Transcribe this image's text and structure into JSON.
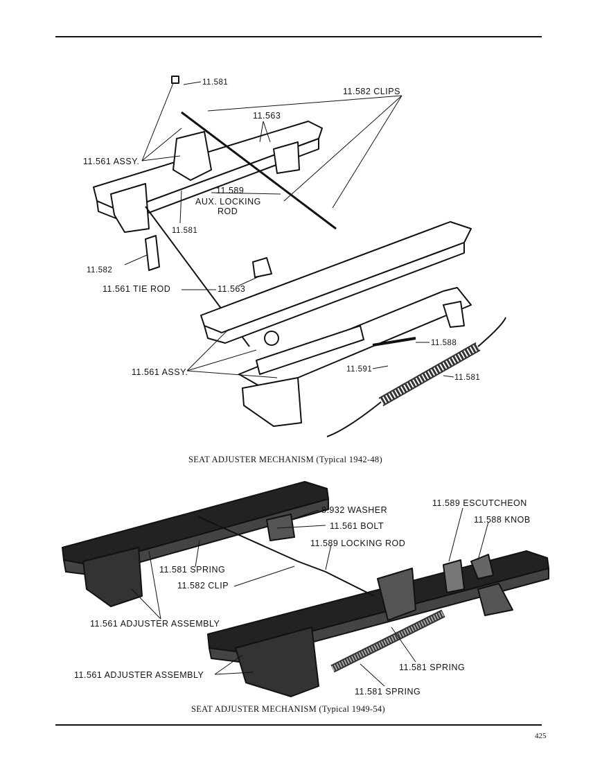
{
  "figure_top": {
    "labels": {
      "l_11581_top": "11.581",
      "l_11582_clips": "11.582 CLIPS",
      "l_11563_top": "11.563",
      "l_11561_assy_top": "11.561 ASSY.",
      "l_11589": "11.589",
      "l_aux_locking": "AUX. LOCKING",
      "l_rod": "ROD",
      "l_11581_mid": "11.581",
      "l_11582_left": "11.582",
      "l_11561_tie_rod": "11.561 TIE ROD",
      "l_11563_mid": "11.563",
      "l_11588": "11.588",
      "l_11561_assy_low": "11.561 ASSY.",
      "l_11591": "11.591",
      "l_11581_spring_right": "11.581"
    },
    "caption": "SEAT ADJUSTER MECHANISM (Typical 1942-48)"
  },
  "figure_bottom": {
    "labels": {
      "l_washer": "8.932 WASHER",
      "l_bolt": "11.561 BOLT",
      "l_locking_rod": "11.589 LOCKING ROD",
      "l_escutcheon": "11.589 ESCUTCHEON",
      "l_knob": "11.588 KNOB",
      "l_spring_left": "11.581 SPRING",
      "l_clip": "11.582 CLIP",
      "l_adj_assy_1": "11.561 ADJUSTER ASSEMBLY",
      "l_adj_assy_2": "11.561 ADJUSTER ASSEMBLY",
      "l_spring_right_1": "11.581 SPRING",
      "l_spring_right_2": "11.581 SPRING"
    },
    "caption": "SEAT ADJUSTER MECHANISM (Typical 1949-54)"
  },
  "page_number": "425"
}
